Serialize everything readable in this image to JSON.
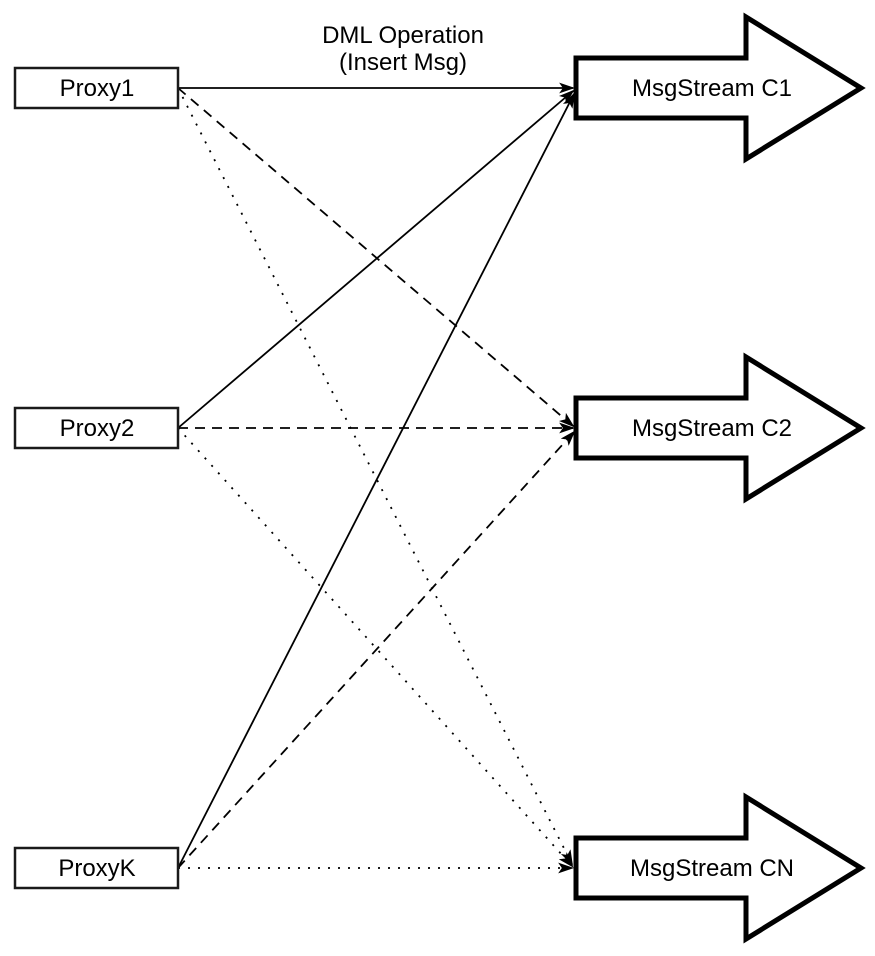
{
  "diagram": {
    "annotation": {
      "line1": "DML Operation",
      "line2": "(Insert Msg)"
    },
    "proxies": [
      {
        "id": "proxy1",
        "label": "Proxy1"
      },
      {
        "id": "proxy2",
        "label": "Proxy2"
      },
      {
        "id": "proxyk",
        "label": "ProxyK"
      }
    ],
    "streams": [
      {
        "id": "msgstream-c1",
        "label": "MsgStream C1"
      },
      {
        "id": "msgstream-c2",
        "label": "MsgStream C2"
      },
      {
        "id": "msgstream-cn",
        "label": "MsgStream CN"
      }
    ],
    "edges": [
      {
        "from": "Proxy1",
        "to": "MsgStream C1",
        "style": "solid"
      },
      {
        "from": "Proxy1",
        "to": "MsgStream C2",
        "style": "dashed"
      },
      {
        "from": "Proxy1",
        "to": "MsgStream CN",
        "style": "dotted"
      },
      {
        "from": "Proxy2",
        "to": "MsgStream C1",
        "style": "solid"
      },
      {
        "from": "Proxy2",
        "to": "MsgStream C2",
        "style": "dashed"
      },
      {
        "from": "Proxy2",
        "to": "MsgStream CN",
        "style": "dotted"
      },
      {
        "from": "ProxyK",
        "to": "MsgStream C1",
        "style": "solid"
      },
      {
        "from": "ProxyK",
        "to": "MsgStream C2",
        "style": "dashed"
      },
      {
        "from": "ProxyK",
        "to": "MsgStream CN",
        "style": "dotted"
      }
    ],
    "colors": {
      "stroke": "#000000",
      "fill": "#ffffff"
    }
  }
}
